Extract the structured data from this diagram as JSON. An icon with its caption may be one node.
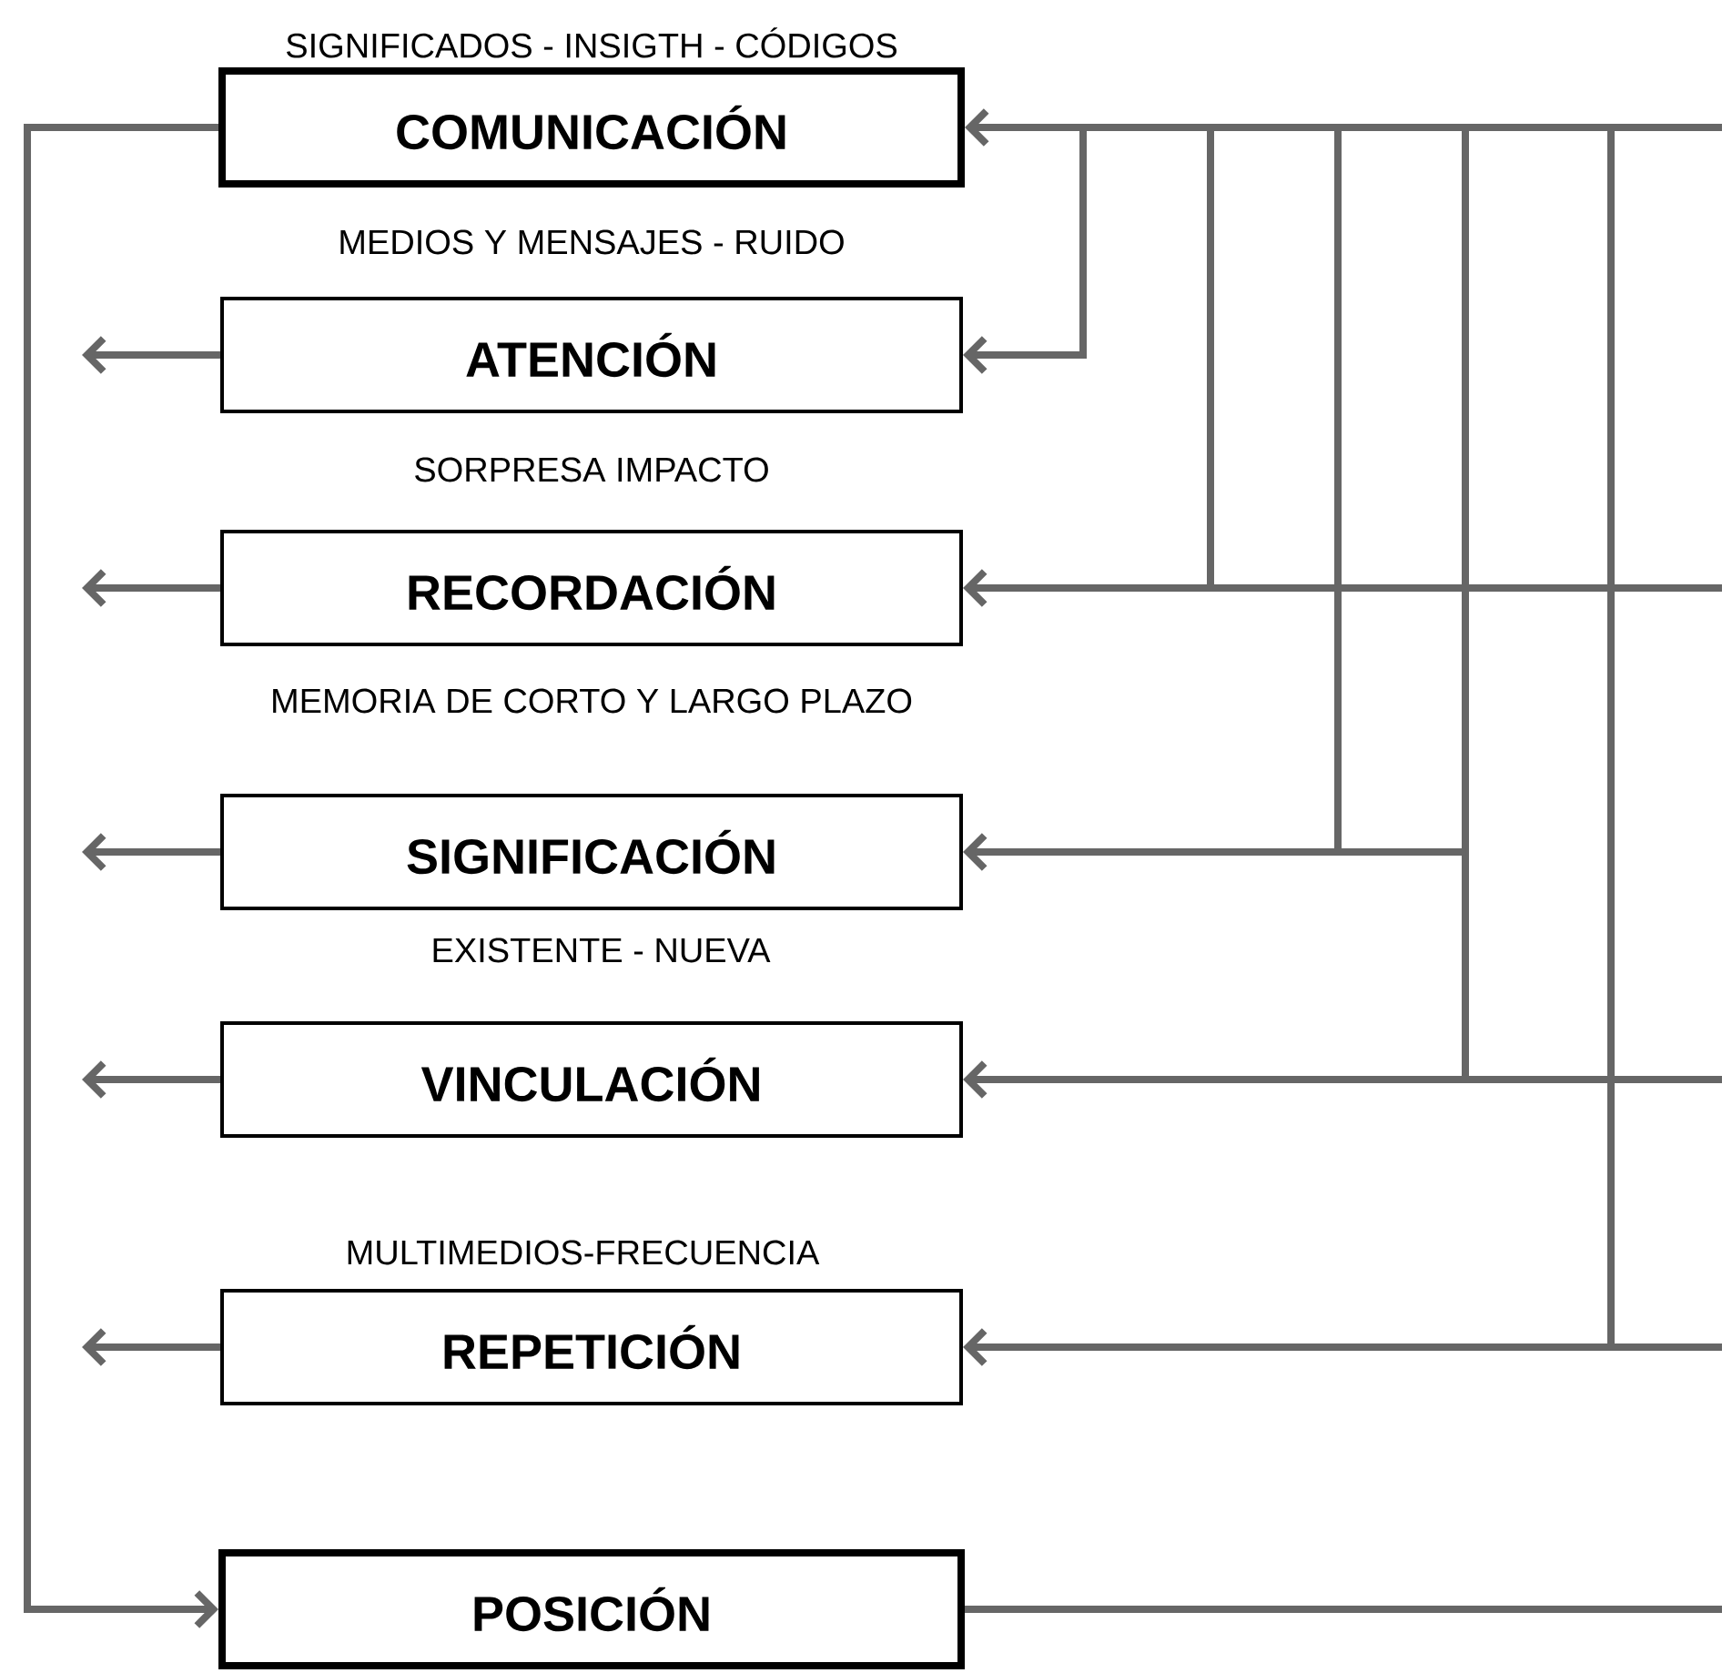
{
  "diagram": {
    "nodes": [
      {
        "text": [
          "COMUNICACIÓN"
        ],
        "beside": [
          "SIGNIFICADOS - INSIGTH - CÓDIGOS"
        ]
      },
      {
        "text": [
          "ATENCIÓN"
        ]
      },
      {
        "text": [
          "RECORDACIÓN"
        ]
      },
      {
        "text": [
          "SIGNIFICACIÓN"
        ]
      },
      {
        "text": [
          "VINCULACIÓN"
        ]
      },
      {
        "text": [
          "REPETICIÓN"
        ]
      },
      {
        "text": [
          "POSICIÓN"
        ]
      }
    ],
    "edges": [
      {
        "from": 0,
        "to": 6,
        "arrow": "to"
      },
      {
        "from": 0,
        "to": 1,
        "arrow": "both"
      },
      {
        "from": 2,
        "to": 0,
        "arrow": "both"
      },
      {
        "from": 3,
        "to": 0,
        "arrow": "both"
      },
      {
        "from": 3,
        "to": 2,
        "arrow": "both"
      },
      {
        "from": 4,
        "to": 0,
        "arrow": "both"
      },
      {
        "from": 4,
        "to": 2,
        "arrow": "both"
      },
      {
        "from": 4,
        "to": 3,
        "arrow": "both"
      },
      {
        "from": 5,
        "to": 0,
        "arrow": "both"
      },
      {
        "from": 5,
        "to": 2,
        "arrow": "both"
      },
      {
        "from": 5,
        "to": 4,
        "arrow": "both"
      },
      {
        "from": null,
        "to": 0,
        "arrow": "to"
      },
      {
        "from": null,
        "to": 2,
        "arrow": "to"
      },
      {
        "from": null,
        "to": 4,
        "arrow": "to"
      },
      {
        "from": null,
        "to": 5,
        "arrow": "to"
      },
      {
        "from": 6,
        "to": null,
        "arrow": "none"
      },
      {
        "from": 1,
        "to": null,
        "arrow": "to"
      },
      {
        "from": 2,
        "to": null,
        "arrow": "to"
      },
      {
        "from": 3,
        "to": null,
        "arrow": "to"
      },
      {
        "from": 4,
        "to": null,
        "arrow": "to"
      },
      {
        "from": 5,
        "to": null,
        "arrow": "to"
      }
    ],
    "labels": [
      "MEDIOS Y MENSAJES - RUIDO",
      "SORPRESA IMPACTO",
      "MEMORIA DE CORTO Y LARGO PLAZO",
      "EXISTENTE - NUEVA",
      "MULTIMEDIOS-FRECUENCIA"
    ]
  }
}
